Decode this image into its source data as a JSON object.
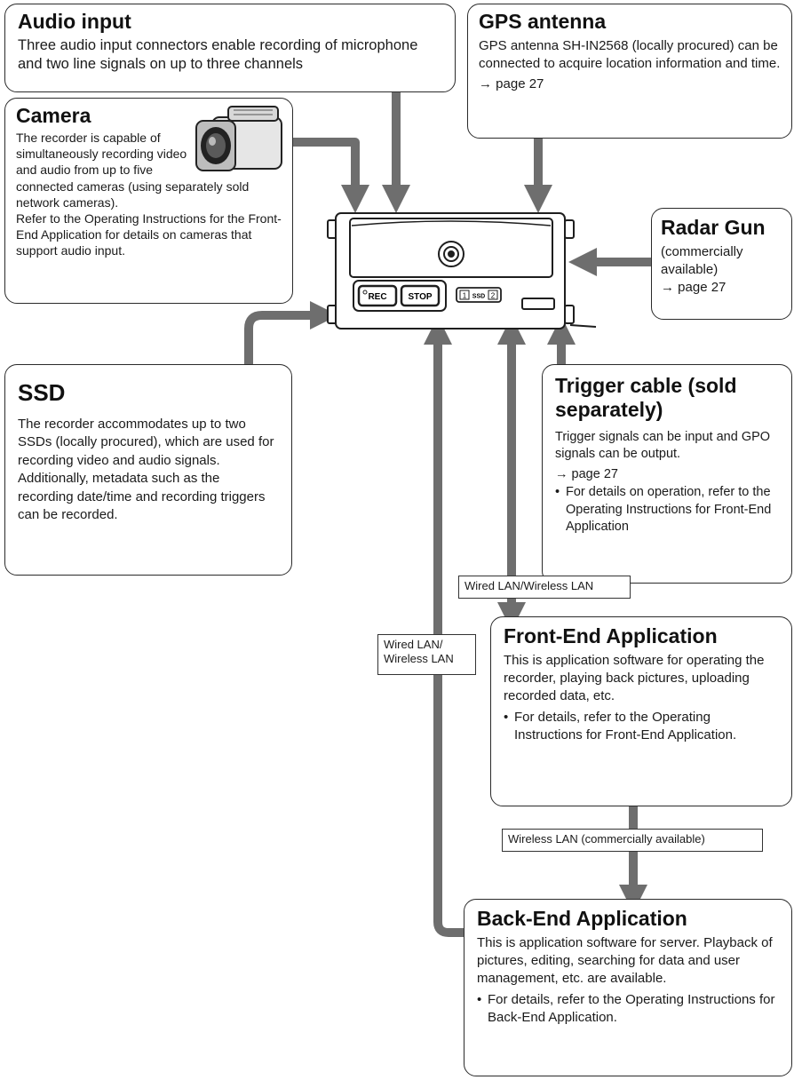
{
  "audio": {
    "title": "Audio input",
    "text": "Three audio input connectors enable recording of microphone and two line signals on up to three channels"
  },
  "gps": {
    "title": "GPS antenna",
    "text": "GPS antenna SH-IN2568 (locally procured) can be connected to acquire location information and time.",
    "page_ref": "→ page 27"
  },
  "camera": {
    "title": "Camera",
    "text": "The recorder is capable of simultaneously recording video and audio from up to five connected cameras (using separately sold network cameras).",
    "text2": "Refer to the Operating Instructions for the Front-End Application for details on cameras that support audio input."
  },
  "radar": {
    "title": "Radar Gun",
    "text": "(commercially available)",
    "page_ref": "→ page 27"
  },
  "ssd": {
    "title": "SSD",
    "text": "The recorder accommodates up to two SSDs (locally procured), which are used for recording video and audio signals.",
    "text2": "Additionally, metadata such as the recording date/time and recording triggers can be recorded."
  },
  "trigger": {
    "title": "Trigger cable (sold separately)",
    "text": "Trigger signals can be input and GPO signals can be output.",
    "page_ref": "→ page 27",
    "bullet": "For details on operation, refer to the Operating Instructions for Front-End Application"
  },
  "frontend": {
    "title": "Front-End Application",
    "text": "This is application software for operating the recorder, playing back pictures, uploading recorded data, etc.",
    "bullet": "For details, refer to the Operating Instructions for Front-End Application."
  },
  "backend": {
    "title": "Back-End Application",
    "text": "This is application software for server. Playback of pictures, editing, searching for data and user management, etc. are available.",
    "bullet": "For details, refer to the Operating Instructions for Back-End Application."
  },
  "links": {
    "lan_front": "Wired LAN/Wireless LAN",
    "lan_back": "Wired LAN/ Wireless LAN",
    "wireless": "Wireless LAN (commercially available)"
  },
  "recorder": {
    "rec": "REC",
    "stop": "STOP",
    "ssd": "SSD",
    "slot1": "1",
    "slot2": "2"
  },
  "colors": {
    "arrow": "#6e6e6e",
    "border": "#2a2a2a"
  }
}
